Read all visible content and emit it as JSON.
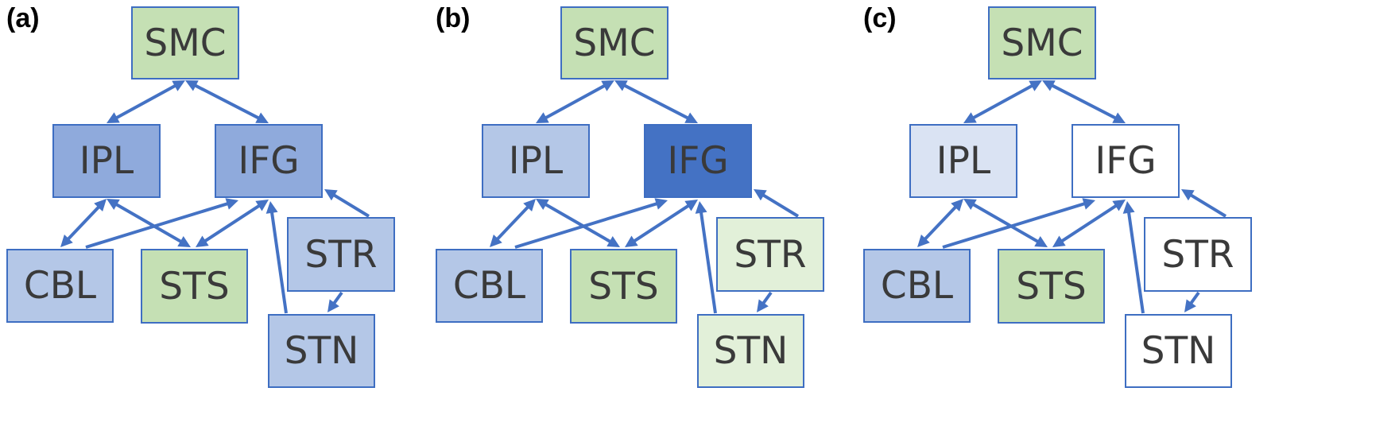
{
  "colors": {
    "edge": "#4472c4",
    "border": "#3e6ec2",
    "dark_blue": "#4472c4",
    "mid_blue": "#8faadc",
    "light_blue": "#b4c7e7",
    "pale_blue": "#dae3f3",
    "green": "#c5e0b4",
    "pale_green": "#e2f0d9",
    "white": "#ffffff"
  },
  "panels": [
    {
      "label": "(a)",
      "nodes": {
        "smc": {
          "text": "SMC",
          "fill": "green"
        },
        "ipl": {
          "text": "IPL",
          "fill": "mid_blue"
        },
        "ifg": {
          "text": "IFG",
          "fill": "mid_blue"
        },
        "cbl": {
          "text": "CBL",
          "fill": "light_blue"
        },
        "sts": {
          "text": "STS",
          "fill": "green"
        },
        "str": {
          "text": "STR",
          "fill": "light_blue"
        },
        "stn": {
          "text": "STN",
          "fill": "light_blue"
        }
      }
    },
    {
      "label": "(b)",
      "nodes": {
        "smc": {
          "text": "SMC",
          "fill": "green"
        },
        "ipl": {
          "text": "IPL",
          "fill": "light_blue"
        },
        "ifg": {
          "text": "IFG",
          "fill": "dark_blue"
        },
        "cbl": {
          "text": "CBL",
          "fill": "light_blue"
        },
        "sts": {
          "text": "STS",
          "fill": "green"
        },
        "str": {
          "text": "STR",
          "fill": "pale_green"
        },
        "stn": {
          "text": "STN",
          "fill": "pale_green"
        }
      }
    },
    {
      "label": "(c)",
      "nodes": {
        "smc": {
          "text": "SMC",
          "fill": "green"
        },
        "ipl": {
          "text": "IPL",
          "fill": "pale_blue"
        },
        "ifg": {
          "text": "IFG",
          "fill": "white"
        },
        "cbl": {
          "text": "CBL",
          "fill": "light_blue"
        },
        "sts": {
          "text": "STS",
          "fill": "green"
        },
        "str": {
          "text": "STR",
          "fill": "white"
        },
        "stn": {
          "text": "STN",
          "fill": "white"
        }
      }
    }
  ],
  "edges": [
    {
      "from": "smc",
      "to": "ipl",
      "direction": "both"
    },
    {
      "from": "smc",
      "to": "ifg",
      "direction": "both"
    },
    {
      "from": "ipl",
      "to": "cbl",
      "direction": "both"
    },
    {
      "from": "ipl",
      "to": "sts",
      "direction": "both"
    },
    {
      "from": "cbl",
      "to": "ifg",
      "direction": "forward"
    },
    {
      "from": "sts",
      "to": "ifg",
      "direction": "both"
    },
    {
      "from": "stn",
      "to": "ifg",
      "direction": "forward"
    },
    {
      "from": "str",
      "to": "ifg",
      "direction": "forward"
    },
    {
      "from": "str",
      "to": "stn",
      "direction": "forward"
    }
  ]
}
